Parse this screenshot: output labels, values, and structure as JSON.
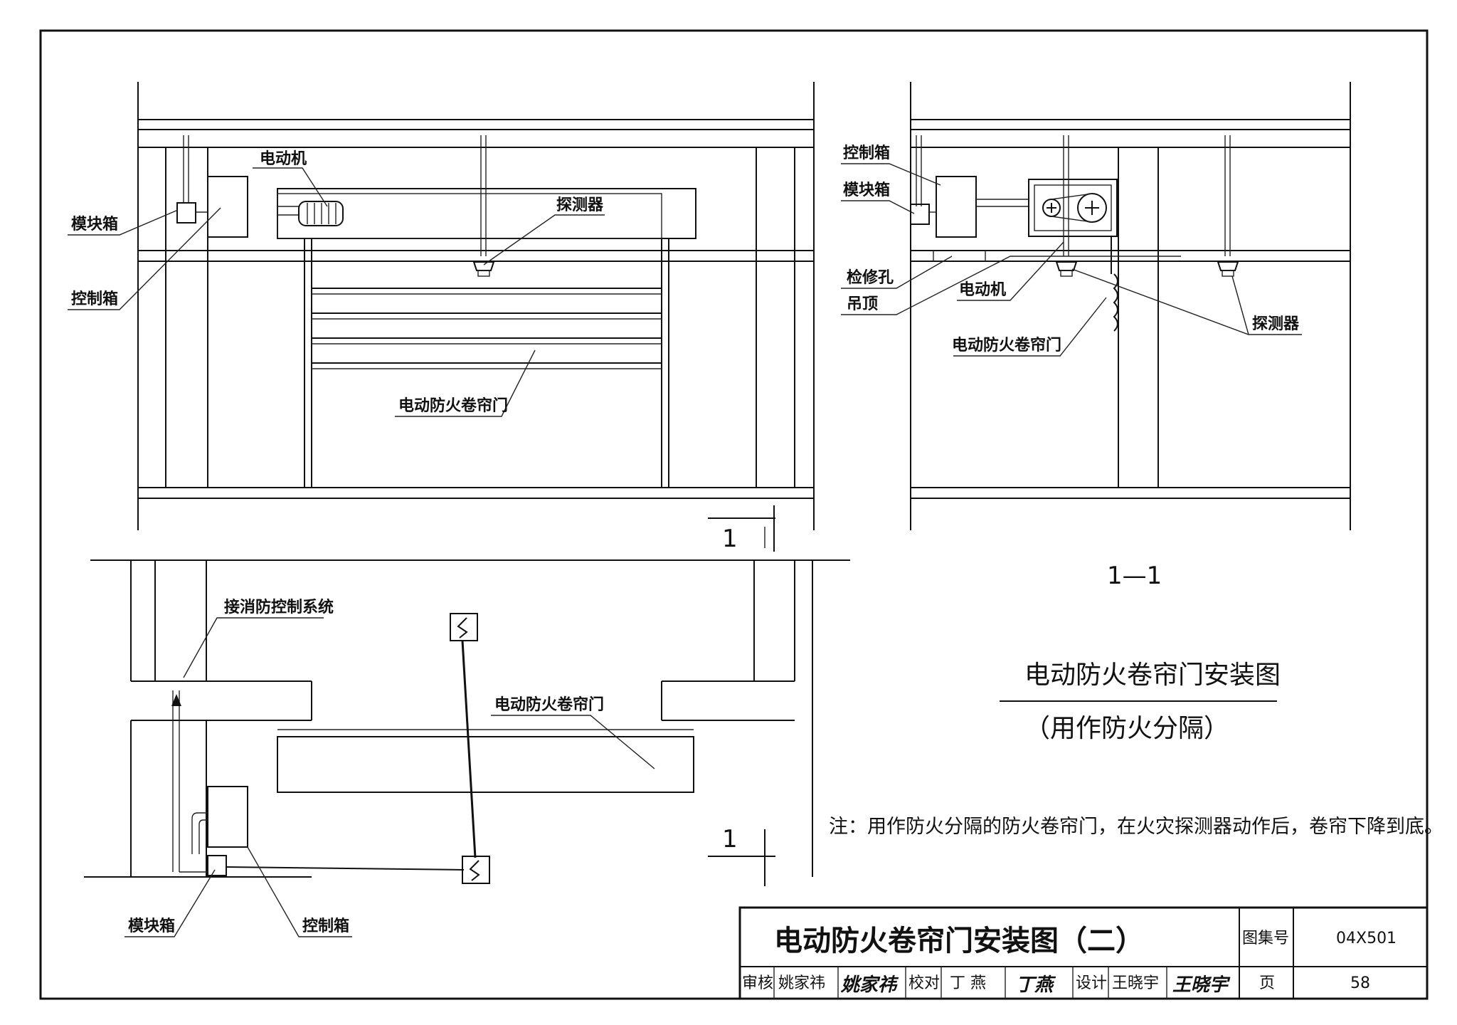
{
  "labels": {
    "elevation": {
      "module_box": "模块箱",
      "control_box": "控制箱",
      "motor": "电动机",
      "detector": "探测器",
      "door": "电动防火卷帘门"
    },
    "section": {
      "control_box": "控制箱",
      "module_box": "模块箱",
      "access_hole": "检修孔",
      "ceiling": "吊顶",
      "motor": "电动机",
      "door": "电动防火卷帘门",
      "detector": "探测器"
    },
    "plan": {
      "fire_control": "接消防控制系统",
      "door": "电动防火卷帘门",
      "module_box": "模块箱",
      "control_box": "控制箱"
    },
    "section_mark": "1",
    "section_title": "1—1"
  },
  "drawing_title": "电动防火卷帘门安装图",
  "drawing_subtitle": "（用作防火分隔）",
  "note": "注：用作防火分隔的防火卷帘门，在火灾探测器动作后，卷帘下降到底。",
  "title_block": {
    "title": "电动防火卷帘门安装图（二）",
    "atlas_label": "图集号",
    "atlas_no": "04X501",
    "page_label": "页",
    "page_no": "58",
    "review_label": "审核",
    "review_name": "姚家祎",
    "review_sig": "姚家祎",
    "check_label": "校对",
    "check_name": "丁 燕",
    "check_sig": "丁燕",
    "design_label": "设计",
    "design_name": "王晓宇",
    "design_sig": "王晓宇"
  }
}
